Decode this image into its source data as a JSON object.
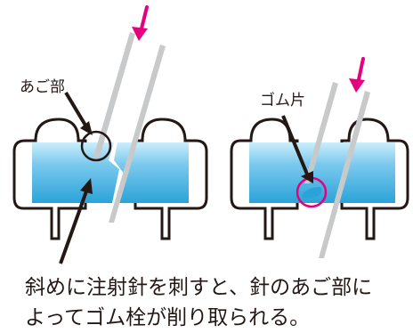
{
  "labels": {
    "left_callout": "あご部",
    "right_callout": "ゴム片"
  },
  "caption": {
    "line1": "斜めに注射針を刺すと、針のあご部に",
    "line2": "よってゴム栓が削り取られる。"
  },
  "colors": {
    "stopper_light": "#a9def6",
    "stopper_dark": "#29a6da",
    "needle": "#c8c9ca",
    "arrow": "#e4007f",
    "outline": "#231815",
    "highlight_circle": "#e4007f"
  },
  "icons": {
    "direction_arrow": "pink-down-arrow-icon"
  }
}
